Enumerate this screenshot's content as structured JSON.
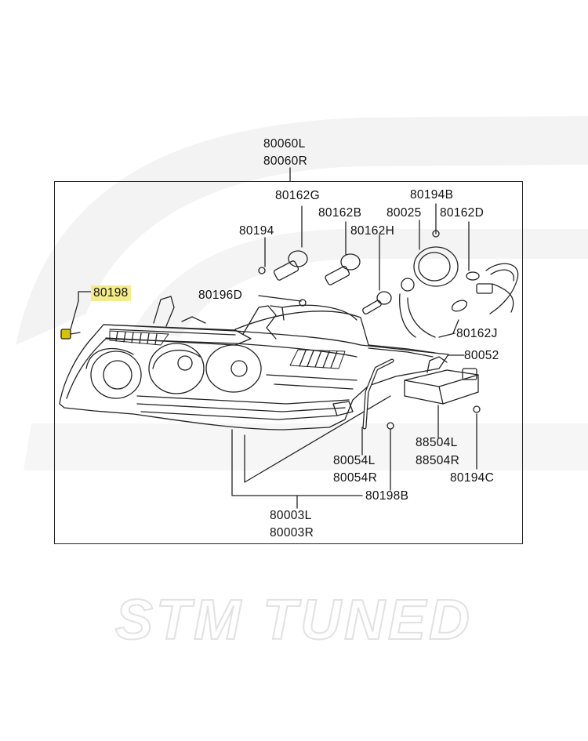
{
  "watermark": {
    "text": "STM TUNED"
  },
  "labels": {
    "assembly_l": "80060L",
    "assembly_r": "80060R",
    "p80162G": "80162G",
    "p80194B": "80194B",
    "p80194": "80194",
    "p80162B": "80162B",
    "p80025": "80025",
    "p80162D": "80162D",
    "p80162H": "80162H",
    "p80198": "80198",
    "p80196D": "80196D",
    "p80162J": "80162J",
    "p80052": "80052",
    "p88504L": "88504L",
    "p88504R": "88504R",
    "p80194C": "80194C",
    "p80054L": "80054L",
    "p80054R": "80054R",
    "p80198B": "80198B",
    "p80003L": "80003L",
    "p80003R": "80003R"
  },
  "colors": {
    "line": "#222222",
    "highlight": "#f4ec8a",
    "part_fill": "#d8c300",
    "watermark": "#efefef"
  }
}
